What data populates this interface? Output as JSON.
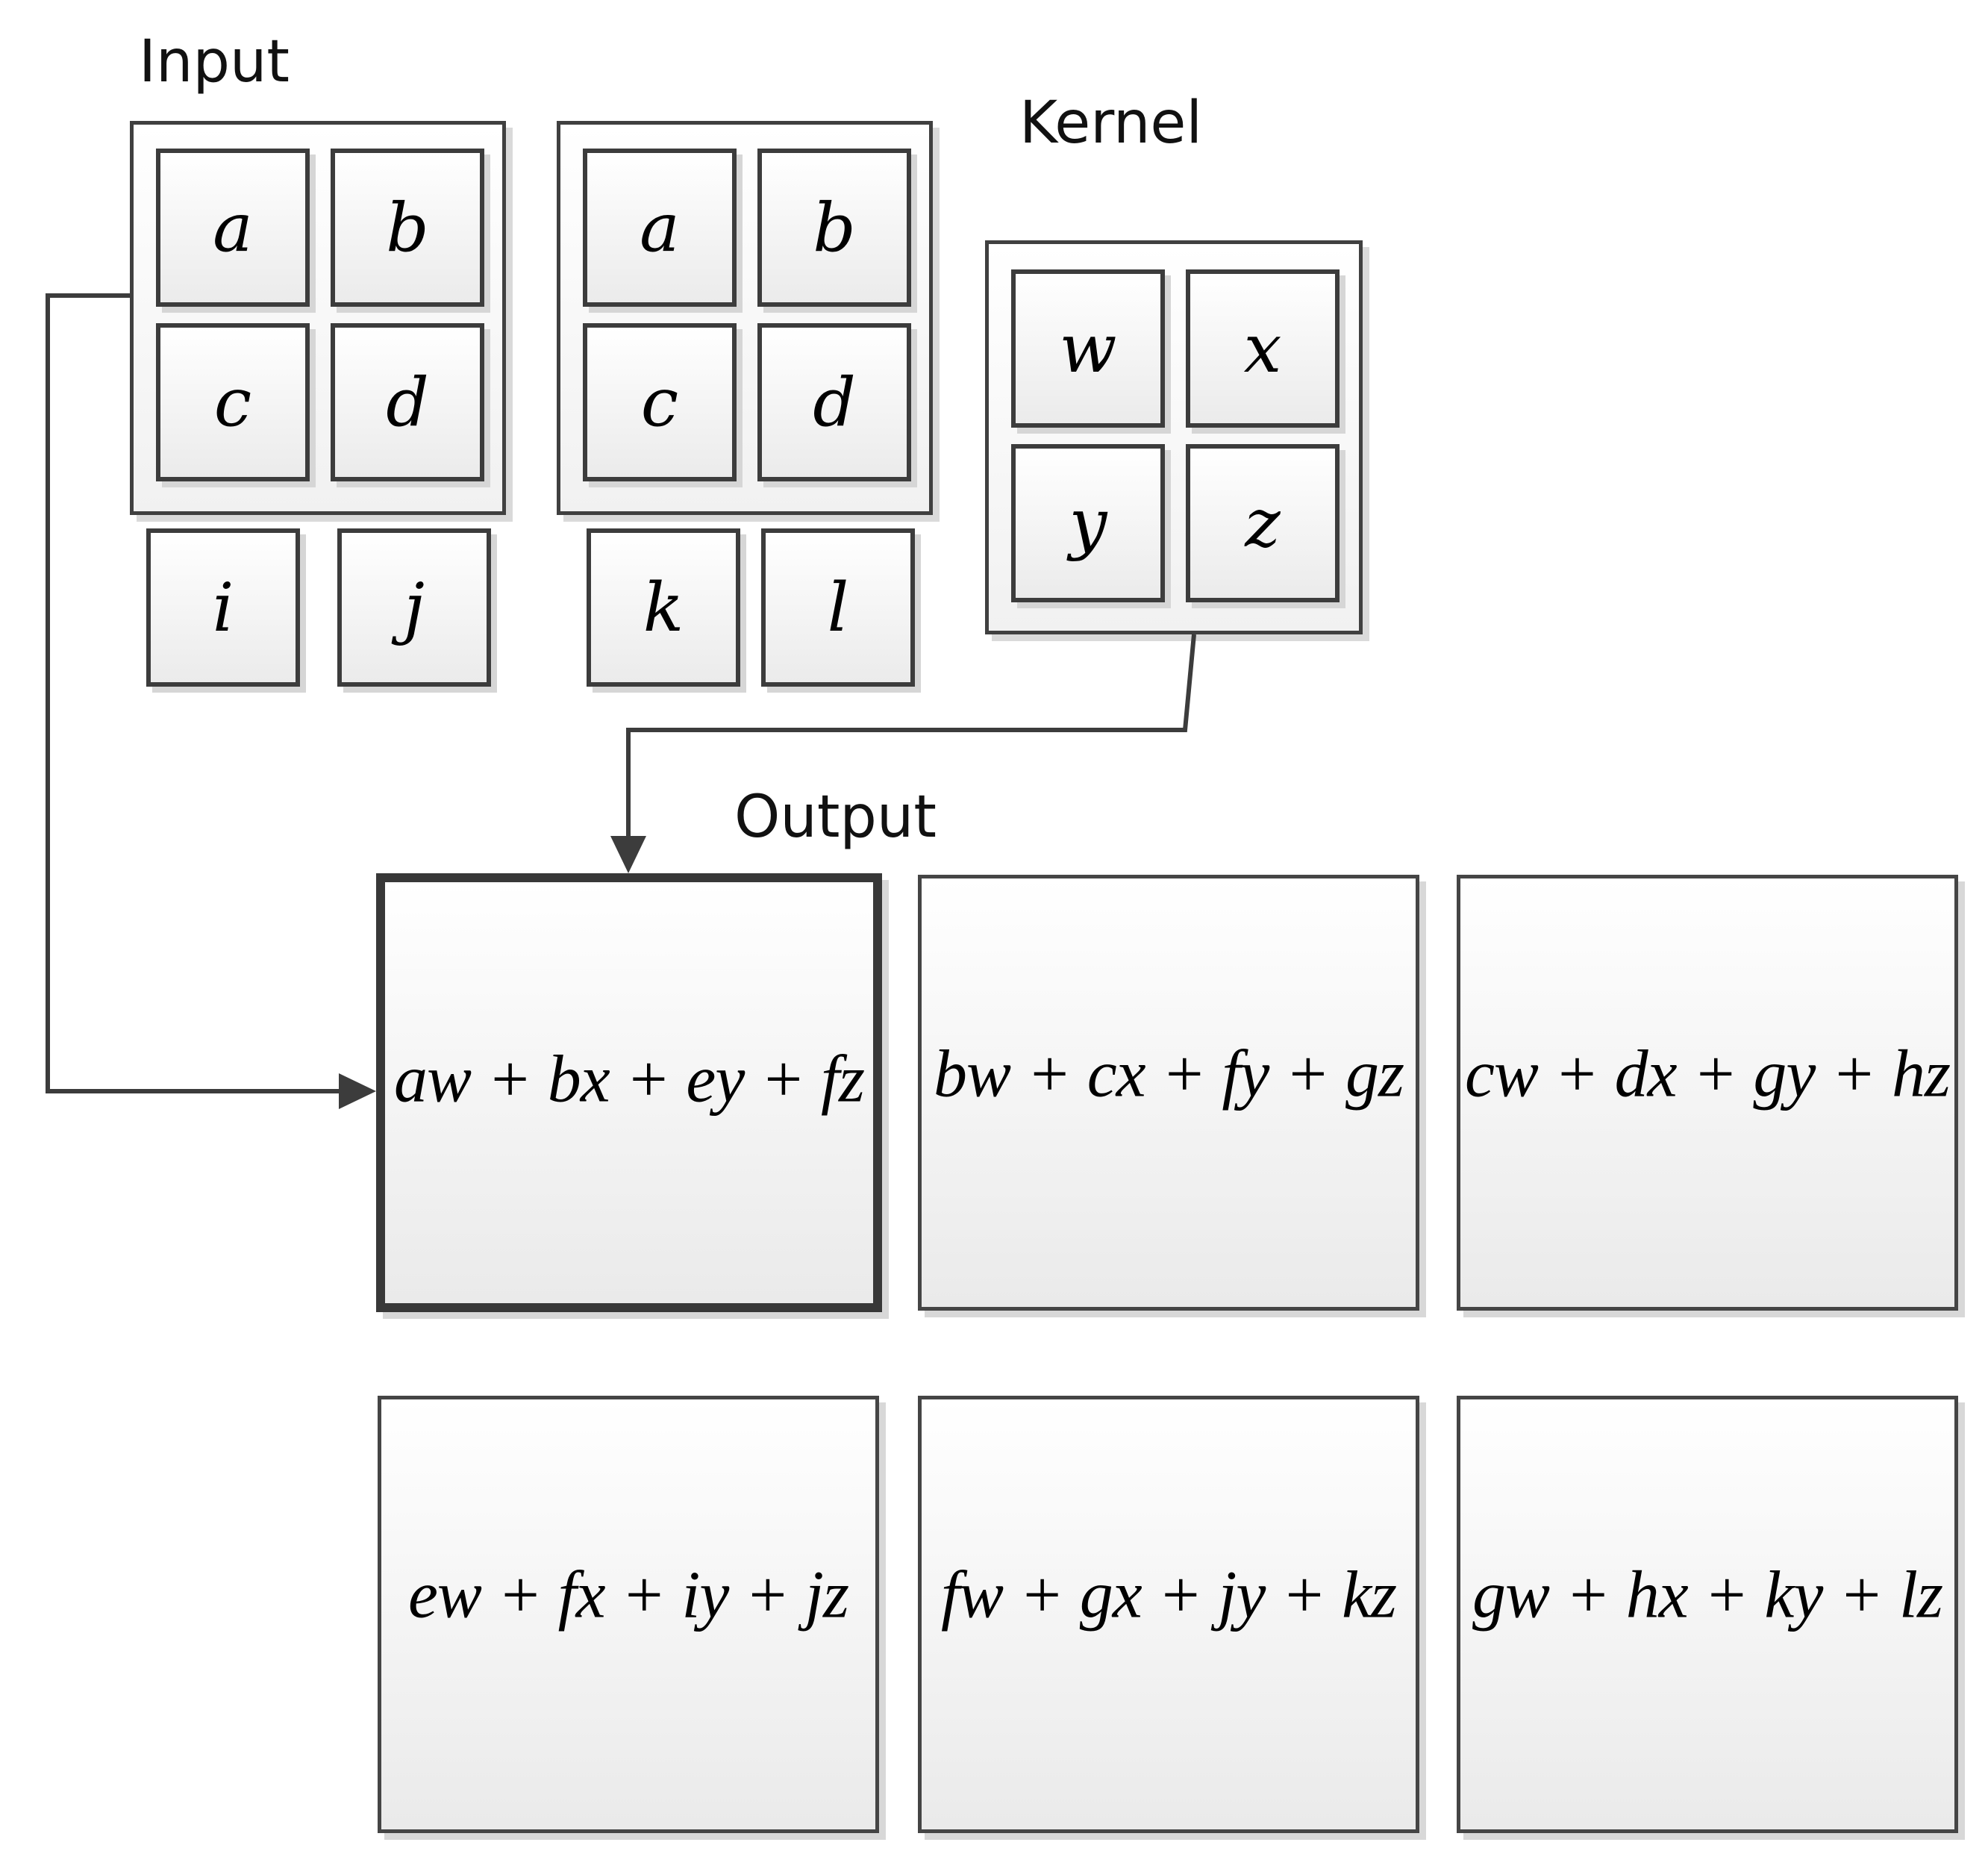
{
  "input": {
    "title": "Input",
    "panel_left_cells": [
      "a",
      "b",
      "c",
      "d"
    ],
    "panel_right_cells": [
      "a",
      "b",
      "c",
      "d"
    ],
    "loose_cells": [
      "i",
      "j",
      "k",
      "l"
    ]
  },
  "kernel": {
    "title": "Kernel",
    "cells": [
      "w",
      "x",
      "y",
      "z"
    ]
  },
  "output": {
    "title": "Output",
    "cells": [
      "aw + bx + ey + fz",
      "bw + cx + fy + gz",
      "cw + dx + gy + hz",
      "ew + fx + iy + jz",
      "fw + gx + jy + kz",
      "gw + hx + ky + lz"
    ]
  }
}
